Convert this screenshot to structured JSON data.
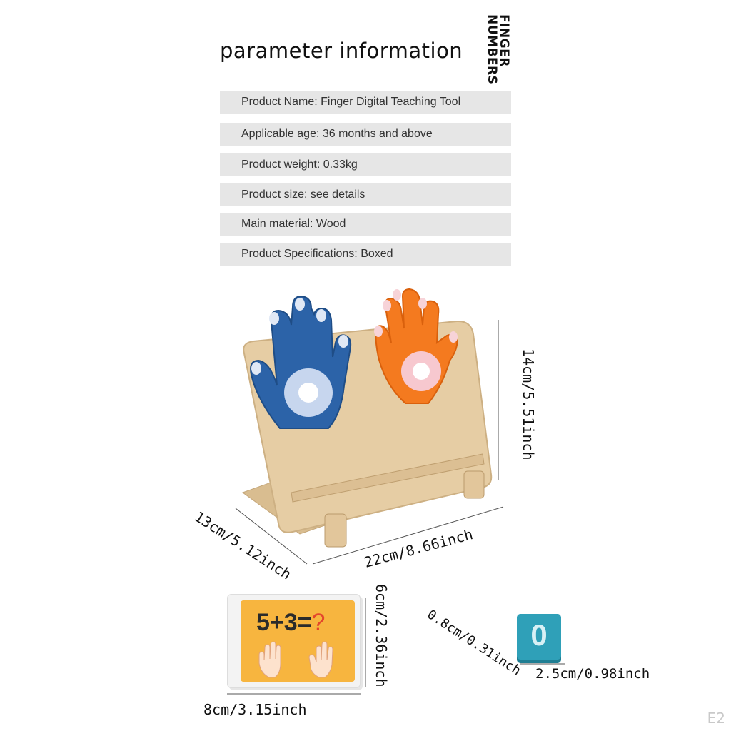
{
  "header": {
    "title": "parameter information",
    "side_title_line1": "FINGER",
    "side_title_line2": "NUMBERS"
  },
  "parameters": [
    "Product Name: Finger Digital Teaching Tool",
    "Applicable age: 36 months and above",
    "Product weight: 0.33kg",
    "Product size: see details",
    "Main material: Wood",
    "Product Specifications: Boxed"
  ],
  "dimensions": {
    "board_height": "14cm/5.51inch",
    "board_depth": "13cm/5.12inch",
    "board_width": "22cm/8.66inch",
    "card_height": "6cm/2.36inch",
    "card_width": "8cm/3.15inch",
    "tile_thickness": "0.8cm/0.31inch",
    "tile_width": "2.5cm/0.98inch"
  },
  "card": {
    "equation": "5+3=",
    "question_mark": "?"
  },
  "tile": {
    "digit": "0"
  },
  "watermark": "E2",
  "colors": {
    "wood": "#e6cda4",
    "blue_hand": "#2c63a8",
    "orange_hand": "#f47a1f",
    "card_bg": "#f7b53f",
    "tile": "#2fa0b8"
  }
}
